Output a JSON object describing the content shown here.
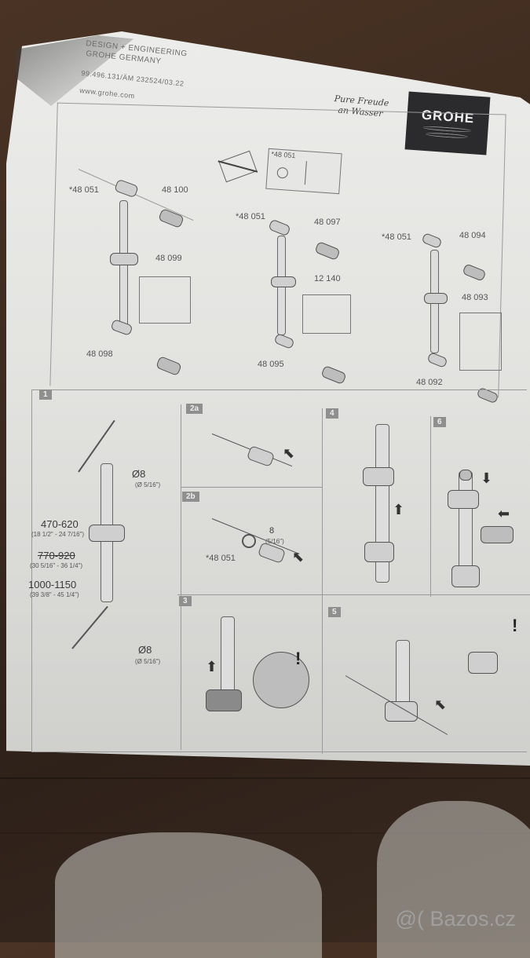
{
  "header": {
    "company_line1": "DESIGN + ENGINEERING",
    "company_line2": "GROHE GERMANY",
    "doc_code": "99.496.131/ÄM 232524/03.22",
    "website": "www.grohe.com",
    "slogan_line1": "Pure Freude",
    "slogan_line2": "an Wasser",
    "brand": "GROHE"
  },
  "parts_overview": {
    "inset_part": "*48 051",
    "variants": [
      {
        "washer": "*48 051",
        "top_holder": "48 100",
        "slider": "48 099",
        "bottom_holder": "48 098"
      },
      {
        "washer": "*48 051",
        "top_holder": "48 097",
        "slider": "12 140",
        "bottom_holder": "48 095"
      },
      {
        "washer": "*48 051",
        "top_holder": "48 094",
        "slider": "48 093",
        "bottom_holder": "48 092"
      }
    ]
  },
  "steps": [
    {
      "id": "1",
      "dims": [
        {
          "mm": "470-620",
          "inch": "(18 1/2\" - 24 7/16\")"
        },
        {
          "mm": "770-920",
          "inch": "(30 5/16\" - 36 1/4\")"
        },
        {
          "mm": "1000-1150",
          "inch": "(39 3/8\" - 45 1/4\")"
        }
      ],
      "drill": "Ø8",
      "drill_inch": "(Ø 5/16\")"
    },
    {
      "id": "2a"
    },
    {
      "id": "2b",
      "spacer": "8",
      "spacer_inch": "(5/16\")",
      "part": "*48 051"
    },
    {
      "id": "3"
    },
    {
      "id": "4"
    },
    {
      "id": "5"
    },
    {
      "id": "6"
    }
  ],
  "watermark": "@( Bazos.cz"
}
